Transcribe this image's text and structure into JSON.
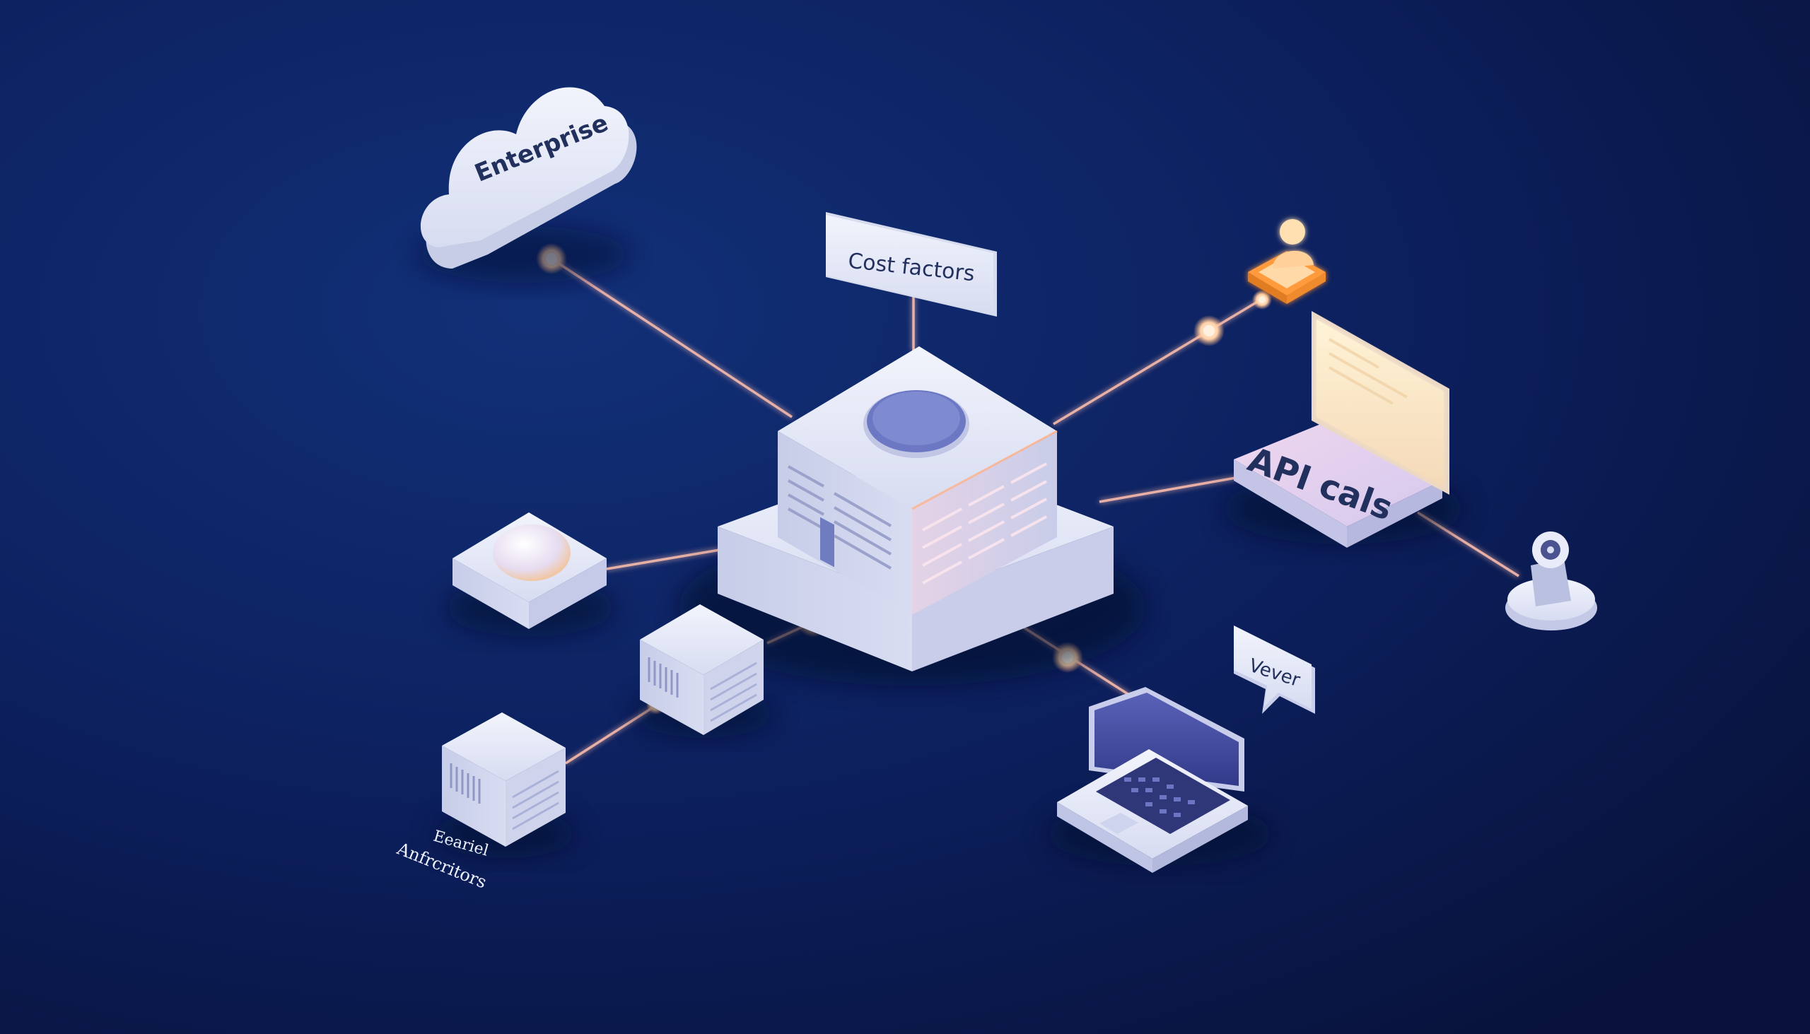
{
  "labels": {
    "enterprise": "Enterprise",
    "cost_factors": "Cost factors",
    "api_calls": "API cals",
    "viewer": "Vever",
    "footnote_line1": "Eeariel",
    "footnote_line2": "Anfrcritors"
  },
  "colors": {
    "background_top": "#0d2467",
    "background_bottom": "#0a153f",
    "node_fill": "#e3e7f7",
    "node_shadow": "#b8bfdf",
    "connector": "#ffb8a6",
    "connector_dot": "#ffe7c7",
    "accent_orange": "#ff9a3c",
    "screen_glow": "#ffe9c2",
    "api_label_tint": "#e8c9f0",
    "label_text": "#22305e"
  },
  "icons": {
    "enterprise": "cloud-icon",
    "hub": "server-hub-icon",
    "user": "user-icon",
    "api": "laptop-icon",
    "camera": "webcam-icon",
    "sphere": "sphere-module-icon",
    "rack_upper": "storage-cube-icon",
    "rack_lower": "storage-cube-icon",
    "viewer_device": "laptop-icon",
    "viewer_bubble": "speech-bubble-icon"
  }
}
